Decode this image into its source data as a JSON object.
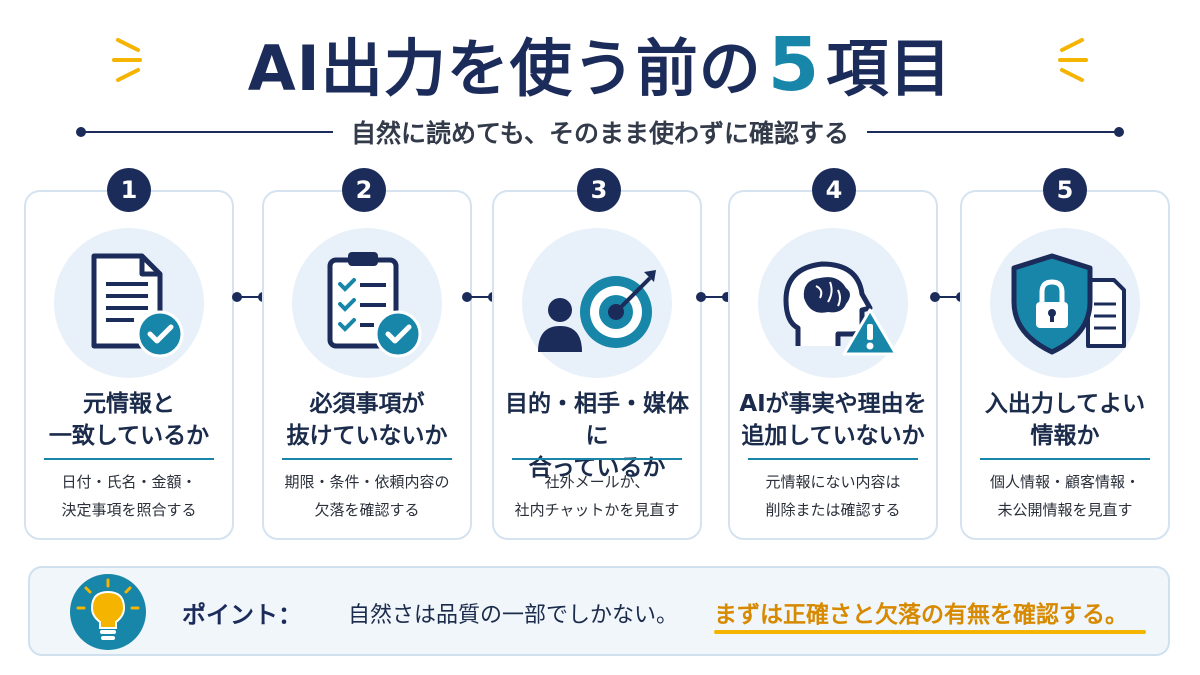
{
  "header": {
    "title_prefix": "AI出力を使う前の",
    "title_number": "5",
    "title_suffix": "項目",
    "subtitle": "自然に読めても、そのまま使わずに確認する"
  },
  "cards": [
    {
      "number": "1",
      "icon": "document-check-icon",
      "title_line1": "元情報と",
      "title_line2": "一致しているか",
      "desc_line1": "日付・氏名・金額・",
      "desc_line2": "決定事項を照合する"
    },
    {
      "number": "2",
      "icon": "clipboard-checklist-icon",
      "title_line1": "必須事項が",
      "title_line2": "抜けていないか",
      "desc_line1": "期限・条件・依頼内容の",
      "desc_line2": "欠落を確認する"
    },
    {
      "number": "3",
      "icon": "person-target-icon",
      "title_line1": "目的・相手・媒体に",
      "title_line2": "合っているか",
      "desc_line1": "社外メールか、",
      "desc_line2": "社内チャットかを見直す"
    },
    {
      "number": "4",
      "icon": "brain-warning-icon",
      "title_line1": "AIが事実や理由を",
      "title_line2": "追加していないか",
      "desc_line1": "元情報にない内容は",
      "desc_line2": "削除または確認する"
    },
    {
      "number": "5",
      "icon": "shield-lock-icon",
      "title_line1": "入出力してよい",
      "title_line2": "情報か",
      "desc_line1": "個人情報・顧客情報・",
      "desc_line2": "未公開情報を見直す"
    }
  ],
  "point": {
    "icon": "lightbulb-icon",
    "label": "ポイント：",
    "text": "自然さは品質の一部でしかない。",
    "emphasis": "まずは正確さと欠落の有無を確認する。"
  },
  "colors": {
    "navy": "#1b2b5a",
    "teal": "#1786a8",
    "accent": "#f4b400",
    "light_blue": "#e8f1f9"
  }
}
